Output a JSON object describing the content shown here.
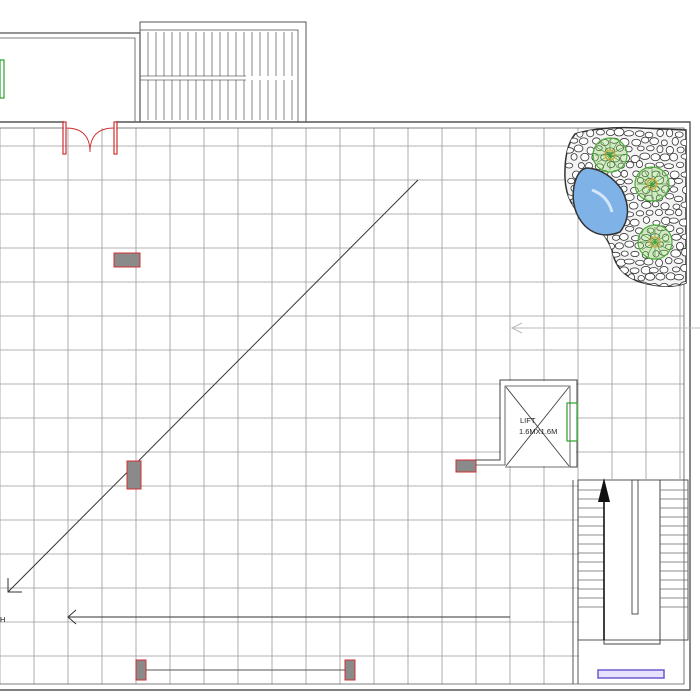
{
  "lift": {
    "label": "LIFT",
    "size": "1.6MX1.6M"
  },
  "edge_glyph": "H",
  "colors": {
    "grid": "#9a9a9a",
    "wall": "#555555",
    "column_fill": "#8a8a8a",
    "column_stroke": "#d03030",
    "door": "#d03030",
    "window": "#2aa02a",
    "water": "#7fb2e6",
    "plant": "#4caf3a",
    "skylight": "#6a5acd"
  }
}
